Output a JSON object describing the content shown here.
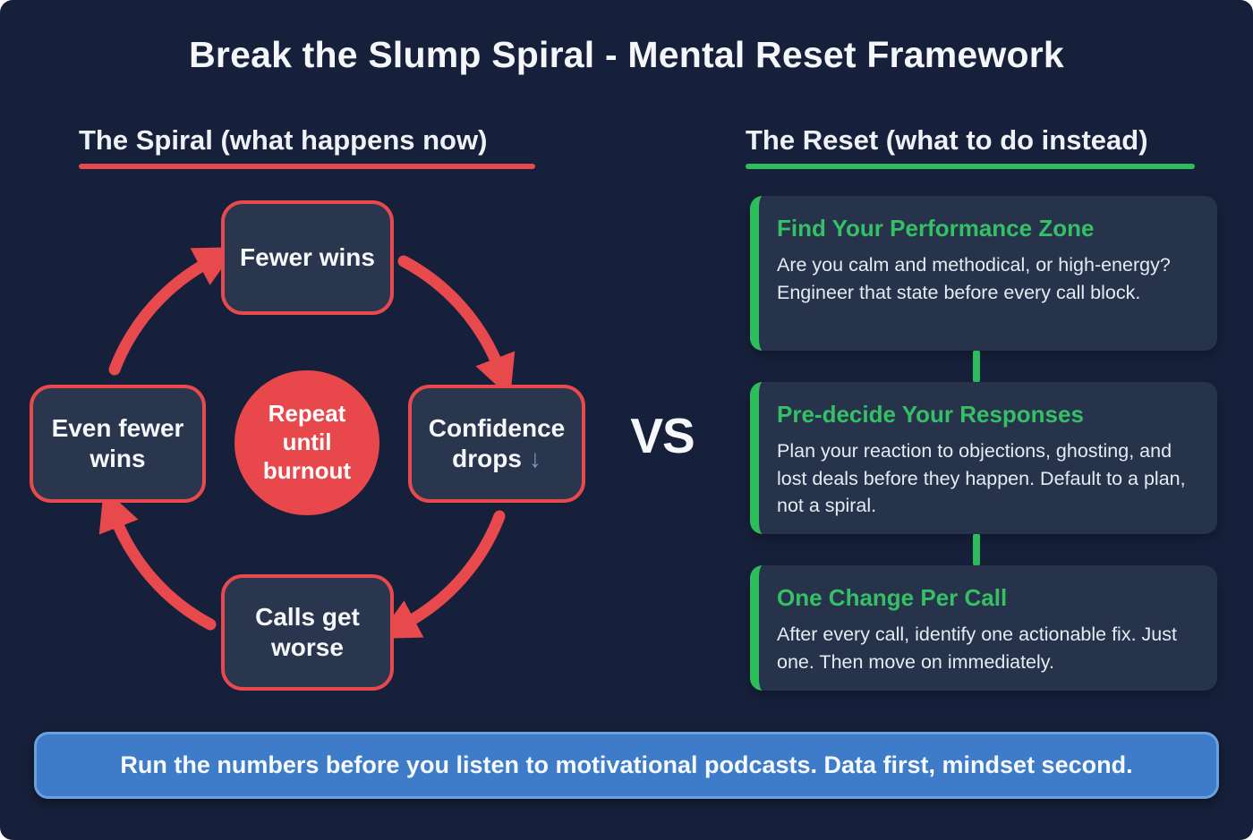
{
  "title": "Break the Slump Spiral - Mental Reset Framework",
  "colors": {
    "background": "#16203a",
    "accent_red": "#e8494d",
    "accent_green": "#2ebd5c",
    "card_title_green": "#35c066",
    "node_fill": "#2a364e",
    "card_fill": "#26334a",
    "banner_blue": "#3e7cc9",
    "banner_border_blue": "#6aa0dc",
    "down_arrow_slate": "#8298c4"
  },
  "spiral": {
    "heading": "The Spiral (what happens now)",
    "nodes": {
      "top": {
        "label": "Fewer wins"
      },
      "right": {
        "label": "Confidence drops",
        "suffix": "↓"
      },
      "bottom": {
        "label": "Calls get worse"
      },
      "left": {
        "label": "Even fewer wins"
      }
    },
    "center_label": "Repeat until burnout"
  },
  "vs_label": "VS",
  "reset": {
    "heading": "The Reset (what to do instead)",
    "cards": [
      {
        "title": "Find Your Performance Zone",
        "body": "Are you calm and methodical, or high-energy? Engineer that state before every call block."
      },
      {
        "title": "Pre-decide Your Responses",
        "body": "Plan your reaction to objections, ghosting, and lost deals before they happen. Default to a plan, not a spiral."
      },
      {
        "title": "One Change Per Call",
        "body": "After every call, identify one actionable fix. Just one. Then move on immediately."
      }
    ]
  },
  "banner": {
    "text": "Run the numbers before you listen to motivational podcasts. Data first, mindset second."
  }
}
